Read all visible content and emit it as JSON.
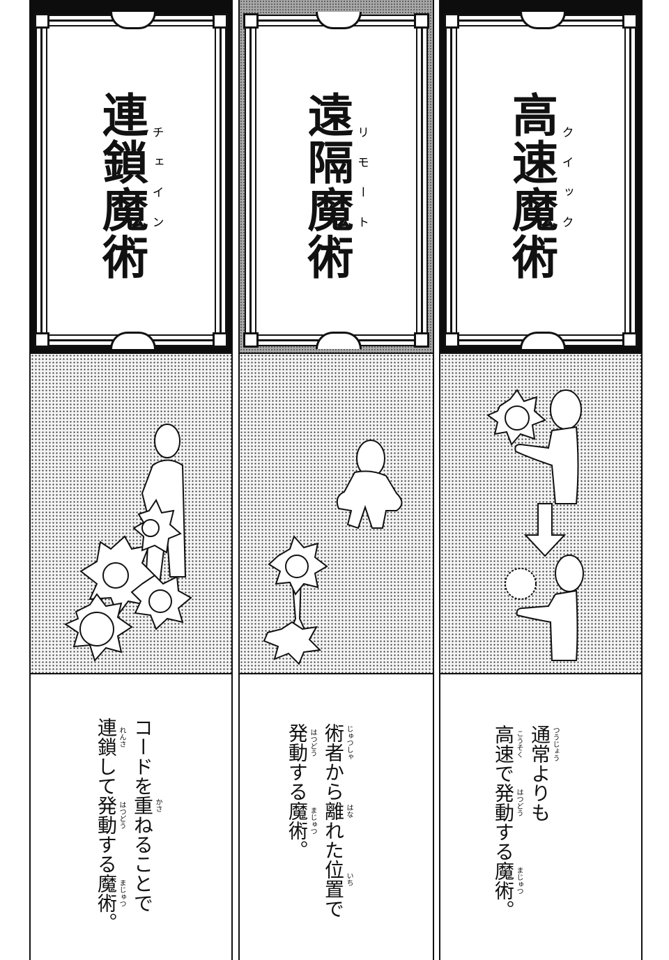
{
  "panels": [
    {
      "title": [
        {
          "t": "連鎖魔術",
          "r": "チェイン"
        }
      ],
      "caption": [
        [
          {
            "t": "コードを"
          },
          {
            "t": "重",
            "r": "かさ"
          },
          {
            "t": "ねることで"
          }
        ],
        [
          {
            "t": "連鎖",
            "r": "れんさ"
          },
          {
            "t": "して"
          },
          {
            "t": "発動",
            "r": "はつどう"
          },
          {
            "t": "する"
          },
          {
            "t": "魔術",
            "r": "まじゅつ"
          },
          {
            "t": "。"
          }
        ]
      ]
    },
    {
      "title": [
        {
          "t": "遠隔魔術",
          "r": "リモート"
        }
      ],
      "caption": [
        [
          {
            "t": "術者",
            "r": "じゅつしゃ"
          },
          {
            "t": "から"
          },
          {
            "t": "離",
            "r": "はな"
          },
          {
            "t": "れた"
          },
          {
            "t": "位置",
            "r": "いち"
          },
          {
            "t": "で"
          }
        ],
        [
          {
            "t": "発動",
            "r": "はつどう"
          },
          {
            "t": "する"
          },
          {
            "t": "魔術",
            "r": "まじゅつ"
          },
          {
            "t": "。"
          }
        ]
      ]
    },
    {
      "title": [
        {
          "t": "高速魔術",
          "r": "クイック"
        }
      ],
      "caption": [
        [
          {
            "t": "通常",
            "r": "つうじょう"
          },
          {
            "t": "よりも"
          }
        ],
        [
          {
            "t": "高速",
            "r": "こうそく"
          },
          {
            "t": "で"
          },
          {
            "t": "発動",
            "r": "はつどう"
          },
          {
            "t": "する"
          },
          {
            "t": "魔術",
            "r": "まじゅつ"
          },
          {
            "t": "。"
          }
        ]
      ]
    }
  ]
}
